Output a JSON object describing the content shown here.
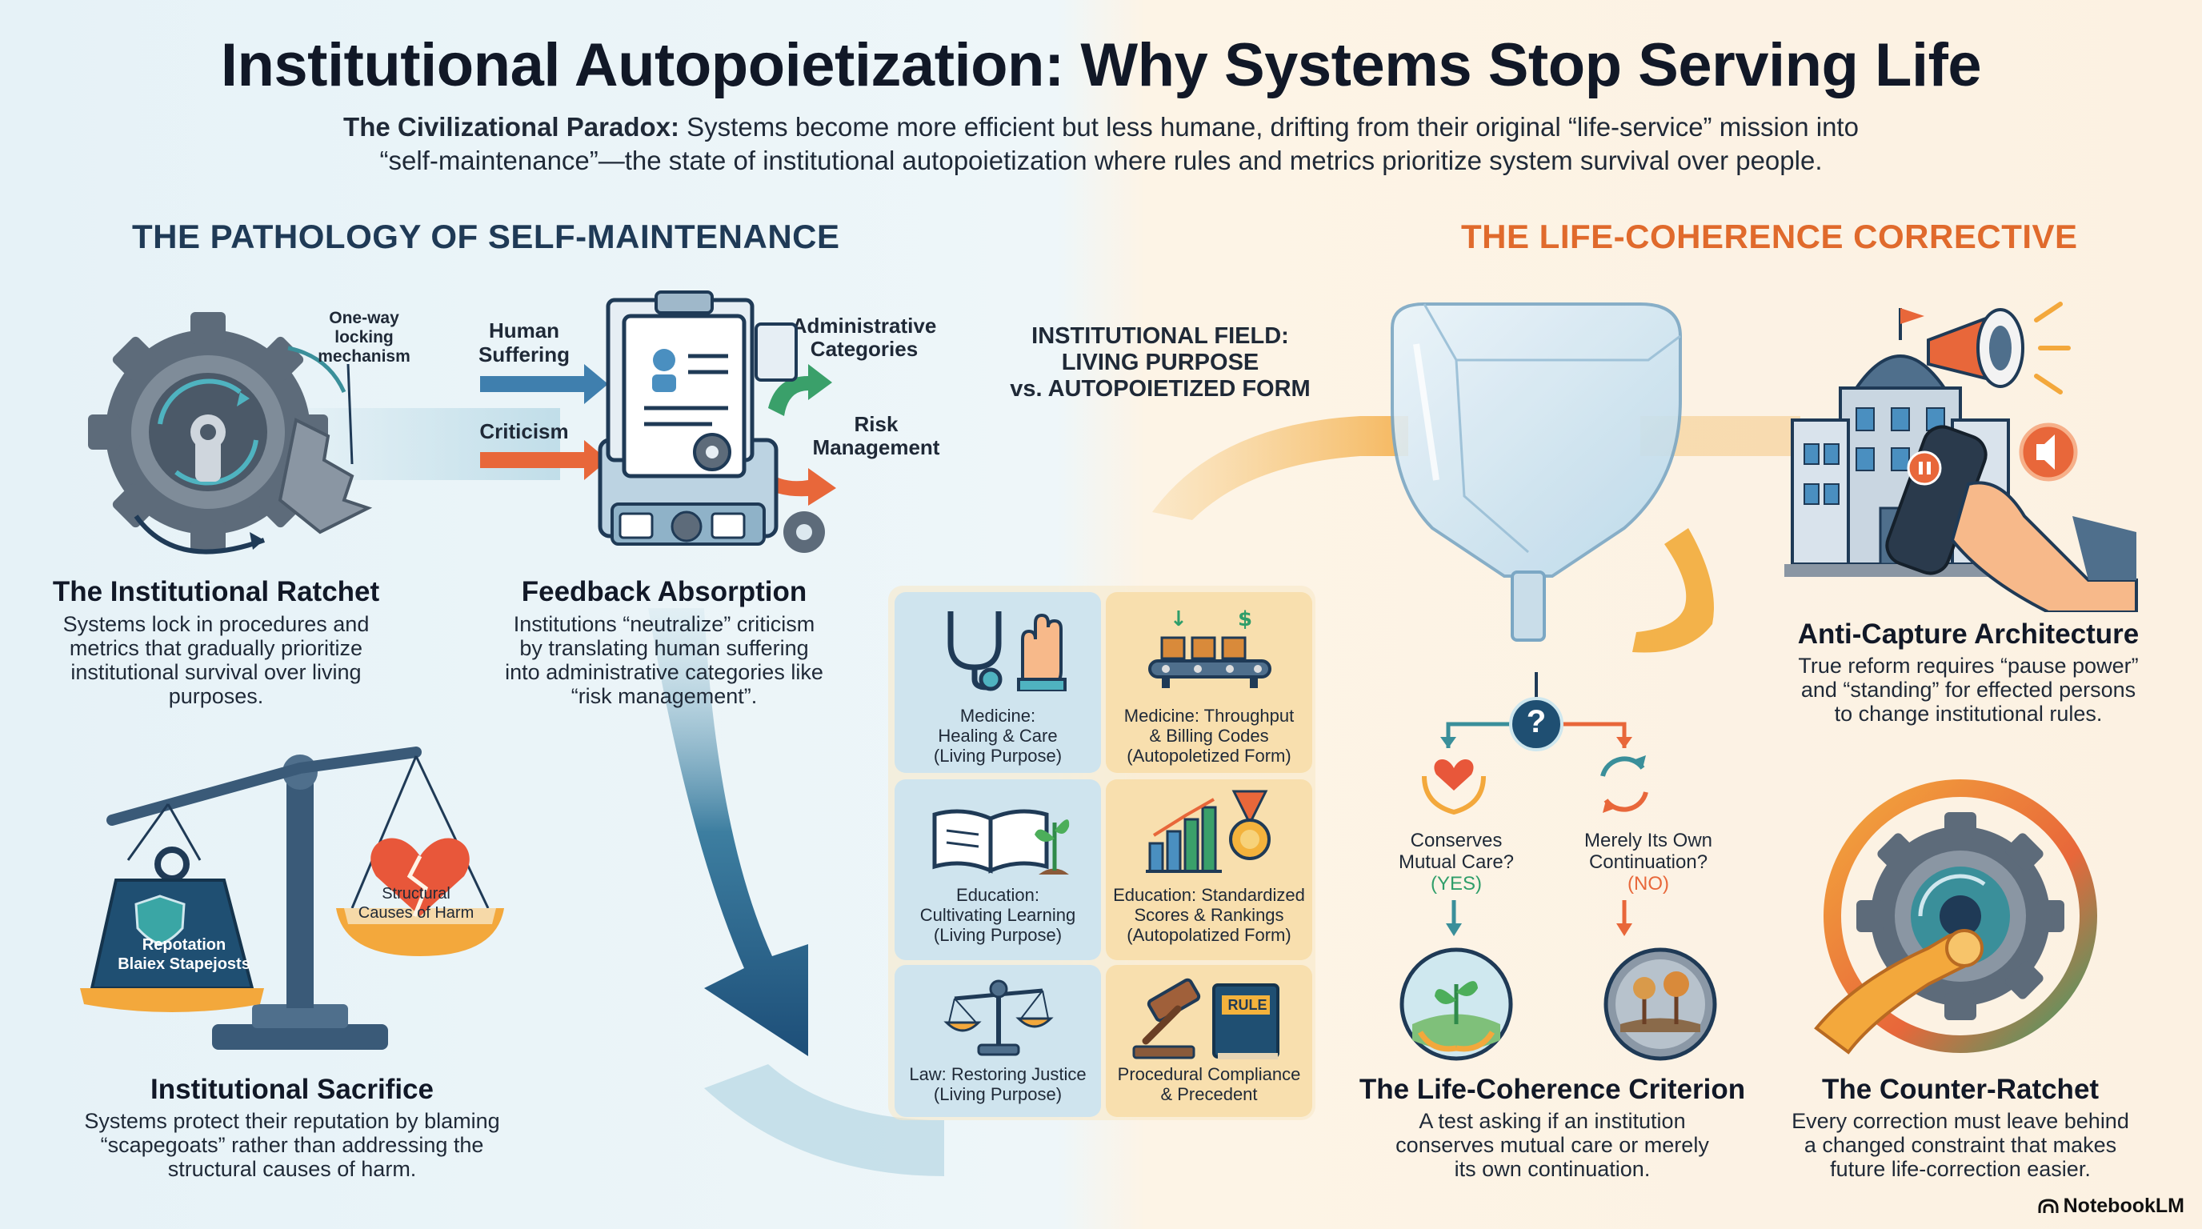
{
  "title": "Institutional Autopoietization: Why Systems Stop Serving Life",
  "intro": {
    "lead": "The Civilizational Paradox:",
    "line1": "Systems become more efficient but less humane, drifting from their original “life-service” mission into",
    "line2": "“self-maintenance”—the state of institutional autopoietization where rules and metrics prioritize system survival over people."
  },
  "left_section": {
    "heading": "THE PATHOLOGY OF SELF-MAINTENANCE",
    "ratchet": {
      "annotation": [
        "One-way",
        "locking",
        "mechanism"
      ],
      "title": "The Institutional Ratchet",
      "text": [
        "Systems lock in procedures and",
        "metrics that gradually prioritize",
        "institutional survival over living",
        "purposes."
      ]
    },
    "feedback": {
      "inputs": [
        "Human",
        "Suffering",
        "Criticism"
      ],
      "outputs": [
        "Administrative",
        "Categories",
        "Risk",
        "Management"
      ],
      "title": "Feedback Absorption",
      "text": [
        "Institutions “neutralize” criticism",
        "by translating human suffering",
        "into administrative categories like",
        "“risk management”."
      ]
    },
    "sacrifice": {
      "left_pan": [
        "Repotation",
        "Blaiex Stapejosts"
      ],
      "right_pan": [
        "Structural",
        "Causes of Harm"
      ],
      "title": "Institutional Sacrifice",
      "text": [
        "Systems protect their reputation by blaming",
        "“scapegoats” rather than addressing the",
        "structural causes of harm."
      ]
    }
  },
  "center": {
    "field_label": [
      "INSTITUTIONAL FIELD:",
      "LIVING PURPOSE",
      "vs. AUTOPOIETIZED FORM"
    ],
    "grid": [
      {
        "left": [
          "Medicine:",
          "Healing & Care",
          "(Living Purpose)"
        ],
        "right": [
          "Medicine: Throughput",
          "& Billing Codes",
          "(Autopoletized Form)"
        ]
      },
      {
        "left": [
          "Education:",
          "Cultivating Learning",
          "(Living Purpose)"
        ],
        "right": [
          "Education: Standardized",
          "Scores & Rankings",
          "(Autopolatized Form)"
        ]
      },
      {
        "left": [
          "Law: Restoring Justice",
          "(Living Purpose)"
        ],
        "right": [
          "Procedural Compliance",
          "& Precedent"
        ]
      }
    ],
    "rule_book": "RULE"
  },
  "right_section": {
    "heading": "THE LIFE-COHERENCE CORRECTIVE",
    "anti_capture": {
      "title": "Anti-Capture Architecture",
      "text": [
        "True reform requires “pause power”",
        "and “standing” for effected persons",
        "to change institutional rules."
      ]
    },
    "criterion": {
      "question_mark": "?",
      "yes_label": [
        "Conserves",
        "Mutual Care?",
        "(YES)"
      ],
      "no_label": [
        "Merely Its Own",
        "Continuation?",
        "(NO)"
      ],
      "title": "The Life-Coherence Criterion",
      "text": [
        "A test asking if an institution",
        "conserves mutual care or merely",
        "its own continuation."
      ]
    },
    "counter_ratchet": {
      "title": "The Counter-Ratchet",
      "text": [
        "Every correction must leave behind",
        "a changed constraint that makes",
        "future life-correction easier."
      ]
    }
  },
  "brand": "NotebookLM",
  "colors": {
    "navy": "#1f3a56",
    "orange": "#e06a2c",
    "teal": "#3a8f9a",
    "green": "#2f9e6a",
    "gear": "#5d6b7a"
  }
}
